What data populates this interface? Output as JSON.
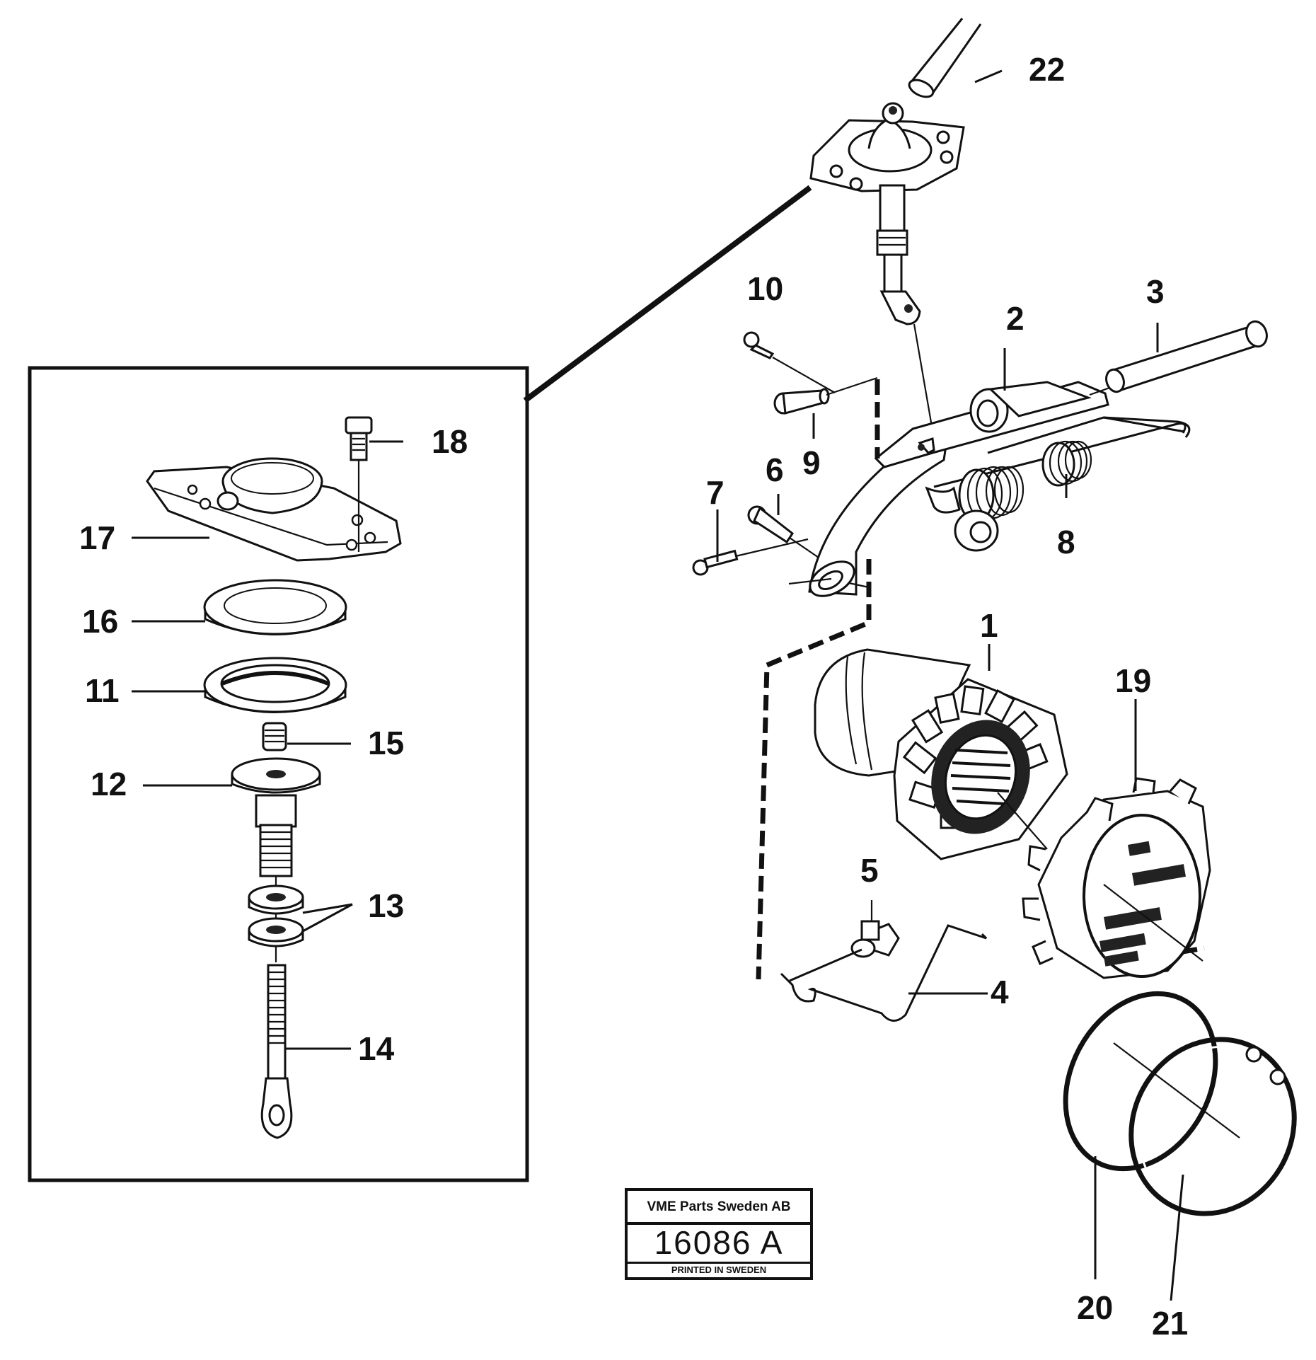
{
  "callouts": [
    "1",
    "2",
    "3",
    "4",
    "5",
    "6",
    "7",
    "8",
    "9",
    "10",
    "11",
    "12",
    "13",
    "14",
    "15",
    "16",
    "17",
    "18",
    "19",
    "20",
    "21",
    "22"
  ],
  "stamp": {
    "company": "VME Parts Sweden AB",
    "number": "16086 A",
    "printed": "PRINTED IN SWEDEN"
  }
}
